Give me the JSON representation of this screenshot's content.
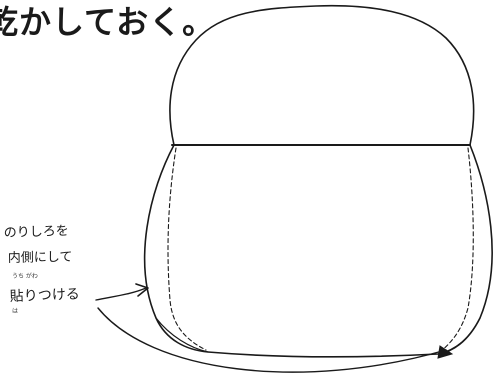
{
  "heading": {
    "text": "乾かしておく。"
  },
  "notes": {
    "line1": "のりしろを",
    "line2": "内側にして",
    "line3": "貼りつける",
    "furigana_line2": "うち がわ",
    "furigana_line3": "は"
  }
}
